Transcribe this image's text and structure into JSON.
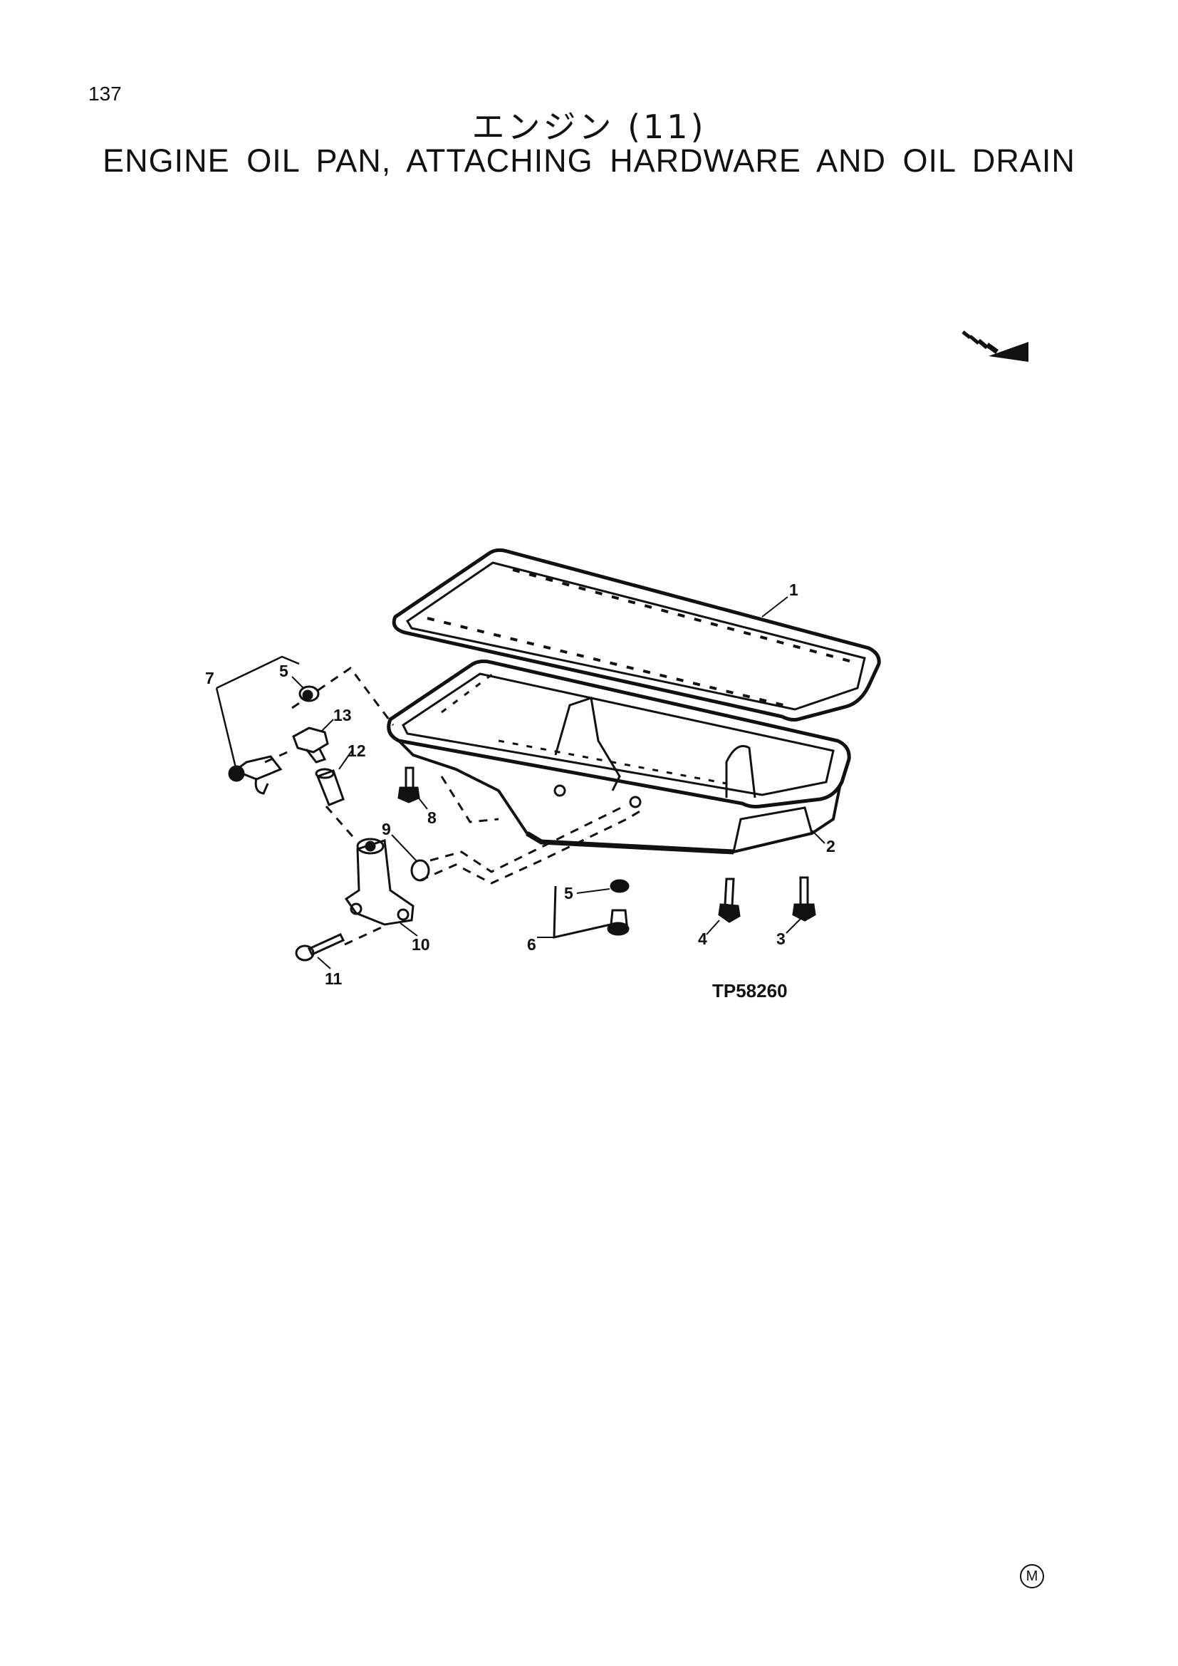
{
  "page_number": "137",
  "title_jp": "エンジン (11)",
  "title_en": "ENGINE OIL PAN, ATTACHING HARDWARE AND OIL DRAIN",
  "figure_ref": "TP58260",
  "corner_mark": "M",
  "callouts": {
    "c1": "1",
    "c2": "2",
    "c3": "3",
    "c4": "4",
    "c5a": "5",
    "c5b": "5",
    "c6": "6",
    "c7": "7",
    "c8": "8",
    "c9": "9",
    "c10": "10",
    "c11": "11",
    "c12": "12",
    "c13": "13"
  }
}
